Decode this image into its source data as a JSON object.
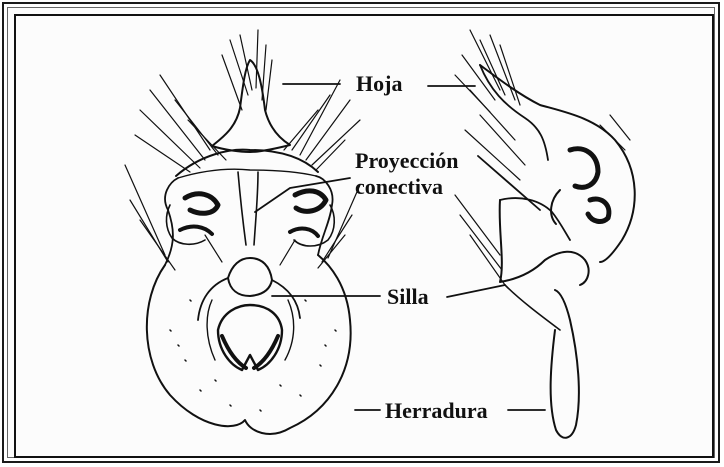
{
  "figure": {
    "labels": {
      "hoja": "Hoja",
      "proyeccion_line1": "Proyección",
      "proyeccion_line2": "conectiva",
      "silla": "Silla",
      "herradura": "Herradura"
    },
    "colors": {
      "ink": "#111111",
      "paper": "#ffffff"
    }
  }
}
